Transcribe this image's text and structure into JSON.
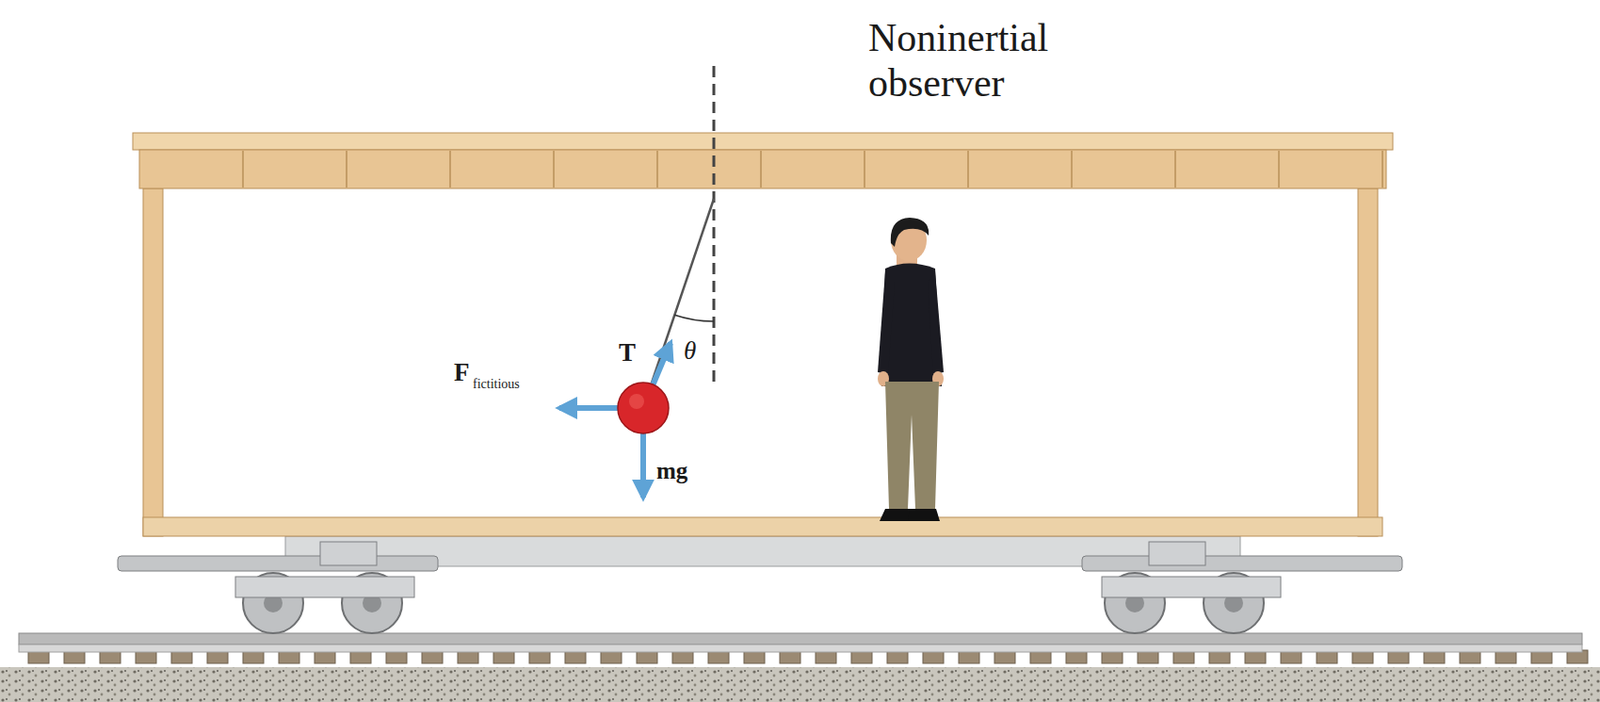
{
  "diagram": {
    "labels": [
      "Noninertial observer",
      "T",
      "θ",
      "F",
      "fictitious",
      "mg"
    ]
  }
}
